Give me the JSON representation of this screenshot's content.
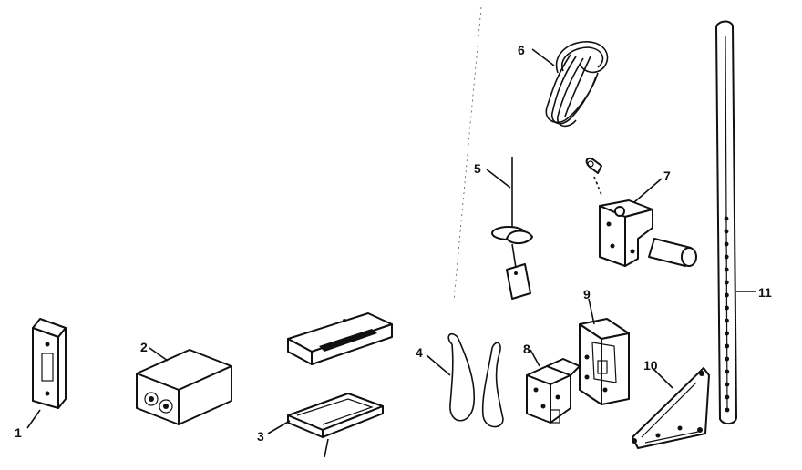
{
  "parts": [
    {
      "id": "1",
      "label": "1"
    },
    {
      "id": "2",
      "label": "2"
    },
    {
      "id": "3",
      "label": "3"
    },
    {
      "id": "4",
      "label": "4"
    },
    {
      "id": "5",
      "label": "5"
    },
    {
      "id": "6",
      "label": "6"
    },
    {
      "id": "7",
      "label": "7"
    },
    {
      "id": "8",
      "label": "8"
    },
    {
      "id": "9",
      "label": "9"
    },
    {
      "id": "10",
      "label": "10"
    },
    {
      "id": "11",
      "label": "11"
    }
  ]
}
